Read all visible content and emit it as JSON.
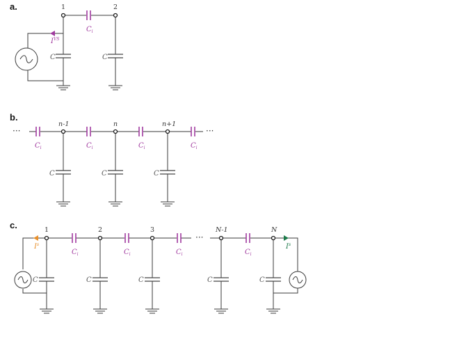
{
  "panels": {
    "a": {
      "label": "a.",
      "node_labels": [
        "1",
        "2"
      ],
      "coupling_cap_label": "C_i",
      "shunt_cap_label": "C",
      "current_label": "I^VS"
    },
    "b": {
      "label": "b.",
      "node_labels": [
        "n-1",
        "n",
        "n+1"
      ],
      "coupling_cap_label": "C_i",
      "shunt_cap_label": "C",
      "ellipsis": "···"
    },
    "c": {
      "label": "c.",
      "node_labels": [
        "1",
        "2",
        "3",
        "N-1",
        "N"
      ],
      "coupling_cap_label": "C_i",
      "shunt_cap_label": "C",
      "current_in_label": "I^s",
      "current_out_label": "I^s",
      "ellipsis": "···"
    }
  },
  "colors": {
    "coupling": "#a0399e",
    "current_a": "#a0399e",
    "current_in_c": "#e8902c",
    "current_out_c": "#1d7a4a"
  }
}
